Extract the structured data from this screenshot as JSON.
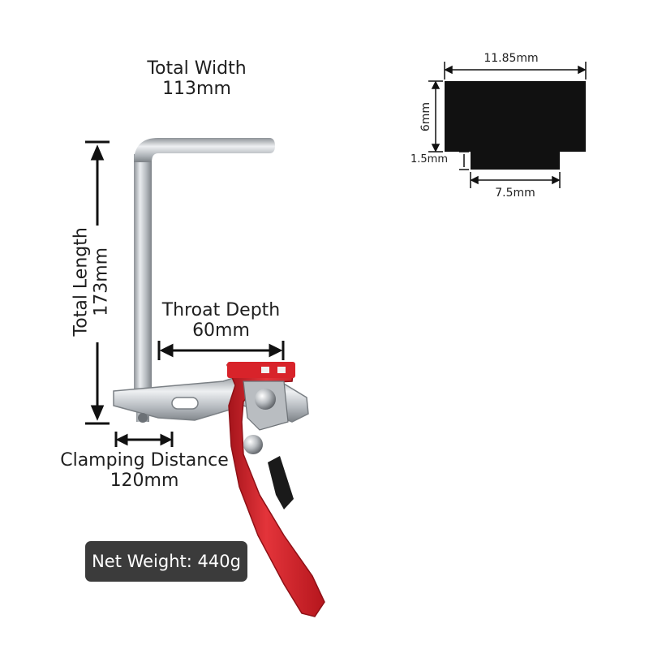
{
  "labels": {
    "total_width_title": "Total Width",
    "total_width_value": "113mm",
    "total_length_title": "Total Length",
    "total_length_value": "173mm",
    "throat_depth_title": "Throat Depth",
    "throat_depth_value": "60mm",
    "clamping_distance_title": "Clamping Distance",
    "clamping_distance_value": "120mm"
  },
  "profile_dimensions": {
    "top_width": "11.85mm",
    "height": "6mm",
    "step": "1.5mm",
    "bottom_width": "7.5mm"
  },
  "badge": {
    "net_weight": "Net Weight: 440g"
  },
  "colors": {
    "handle_red": "#d8232a",
    "steel": "#c8ccd0",
    "profile_black": "#111111",
    "badge_bg": "#3b3b3b"
  }
}
